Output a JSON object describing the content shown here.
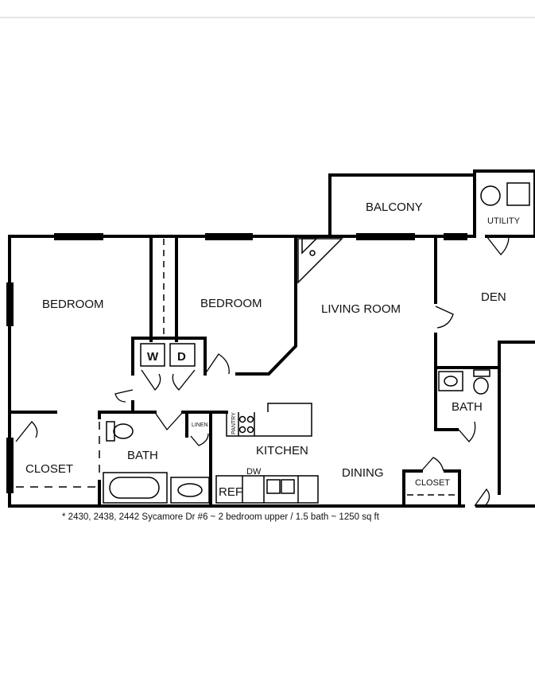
{
  "floorplan": {
    "rooms": {
      "balcony": "BALCONY",
      "utility": "UTILITY",
      "bedroom_1": "BEDROOM",
      "bedroom_2": "BEDROOM",
      "living_room": "LIVING ROOM",
      "den": "DEN",
      "bath_1": "BATH",
      "bath_2": "BATH",
      "closet_1": "CLOSET",
      "closet_2": "CLOSET",
      "kitchen": "KITCHEN",
      "dining": "DINING",
      "linen": "LINEN",
      "pantry": "PANTRY"
    },
    "appliances": {
      "washer": "W",
      "dryer": "D",
      "refrigerator": "REF",
      "dishwasher": "DW"
    },
    "caption": "* 2430, 2438, 2442 Sycamore Dr #6 ~ 2 bedroom upper / 1.5 bath ~ 1250 sq ft"
  }
}
